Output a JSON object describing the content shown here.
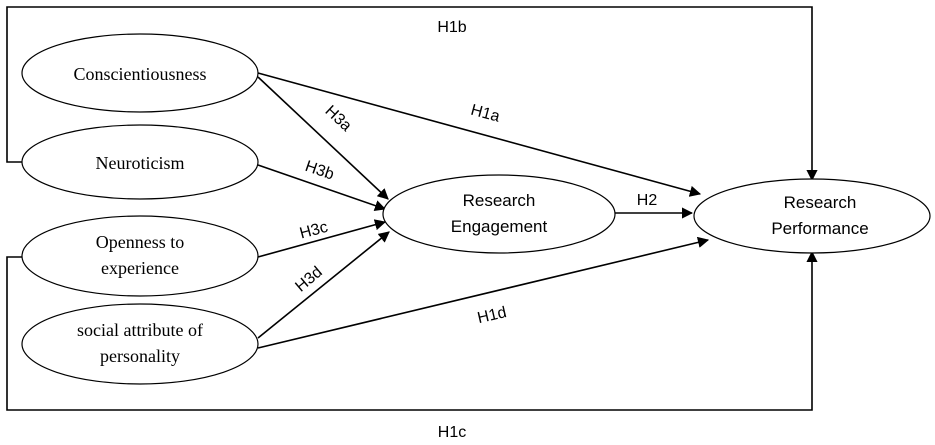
{
  "nodes": {
    "conscientiousness": {
      "lines": [
        "Conscientiousness"
      ]
    },
    "neuroticism": {
      "lines": [
        "Neuroticism"
      ]
    },
    "openness": {
      "lines": [
        "Openness to",
        "experience"
      ]
    },
    "social": {
      "lines": [
        "social attribute of",
        "personality"
      ]
    },
    "engagement": {
      "lines": [
        "Research",
        "Engagement"
      ]
    },
    "performance": {
      "lines": [
        "Research",
        "Performance"
      ]
    }
  },
  "edges": {
    "h1a": "H1a",
    "h1b": "H1b",
    "h1c": "H1c",
    "h1d": "H1d",
    "h2": "H2",
    "h3a": "H3a",
    "h3b": "H3b",
    "h3c": "H3c",
    "h3d": "H3d"
  }
}
